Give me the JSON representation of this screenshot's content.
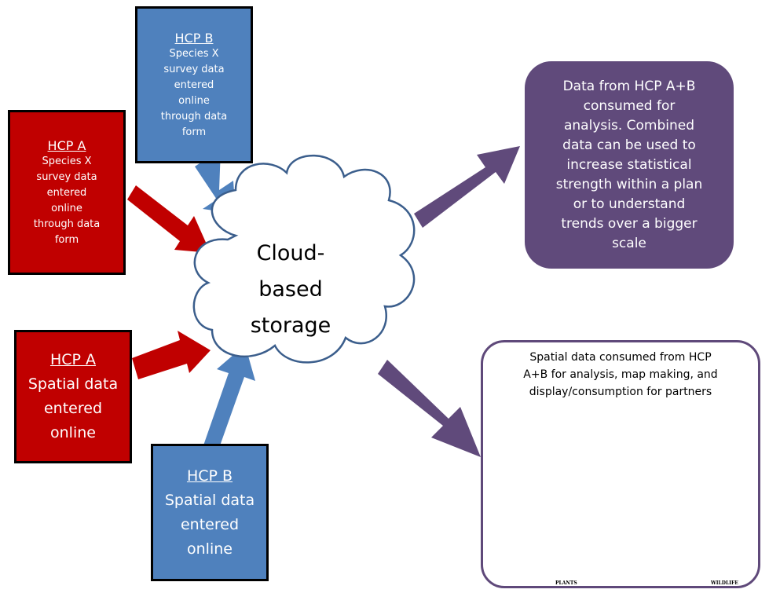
{
  "cloud": {
    "label_line1": "Cloud-",
    "label_line2": "based",
    "label_line3": "storage"
  },
  "boxes": {
    "hcp_a_species": {
      "title": "HCP A",
      "lines": [
        "Species X",
        "survey data",
        "entered",
        "online",
        "through data",
        "form"
      ]
    },
    "hcp_b_species": {
      "title": "HCP B",
      "lines": [
        "Species X",
        "survey data",
        "entered",
        "online",
        "through data",
        "form"
      ]
    },
    "hcp_a_spatial": {
      "title": "HCP A",
      "lines": [
        "Spatial data",
        "entered",
        "online"
      ]
    },
    "hcp_b_spatial": {
      "title": "HCP B",
      "lines": [
        "Spatial data",
        "entered",
        "online"
      ]
    }
  },
  "outputs": {
    "analysis_lines": [
      "Data from HCP A+B",
      "consumed for",
      "analysis. Combined",
      "data can be used to",
      "increase statistical",
      "strength within a plan",
      "or to understand",
      "trends over a bigger",
      "scale"
    ],
    "spatial_lines": [
      "Spatial data consumed from HCP",
      "A+B for analysis, map making, and",
      "display/consumption for partners"
    ],
    "map_labels": {
      "left": "PLANTS",
      "right": "WILDLIFE"
    }
  },
  "colors": {
    "red": "#c00000",
    "blue": "#4f81bd",
    "purple": "#604a7b",
    "cloud_stroke": "#3b5e8c",
    "map_light": "#fff6d8",
    "map_dark": "#7a2e12"
  }
}
